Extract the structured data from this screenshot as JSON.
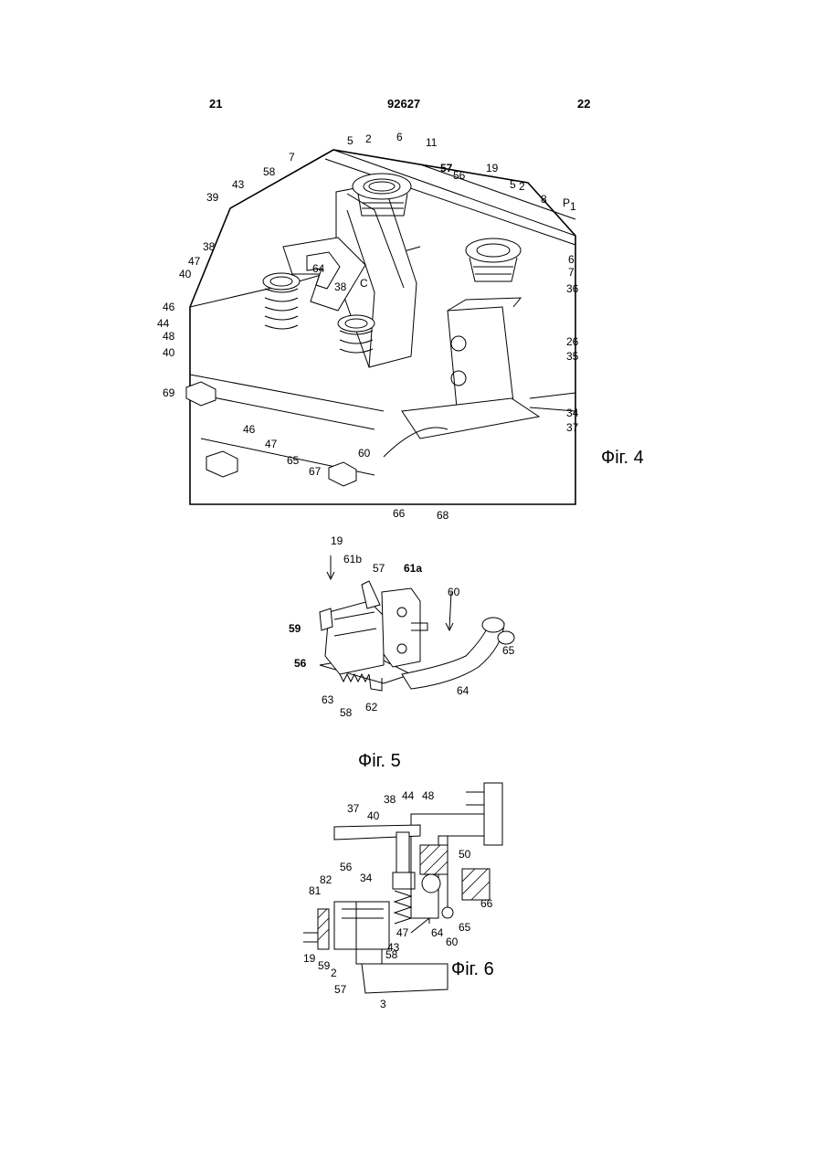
{
  "header": {
    "left_page": "21",
    "patent_number": "92627",
    "right_page": "22"
  },
  "figures": [
    {
      "caption": "Фіг. 4",
      "labels": [
        "5",
        "2",
        "6",
        "11",
        "7",
        "58",
        "57",
        "56",
        "19",
        "5",
        "2",
        "8",
        "P",
        "1",
        "43",
        "39",
        "38",
        "47",
        "40",
        "64",
        "38",
        "C",
        "6",
        "7",
        "36",
        "46",
        "44",
        "48",
        "40",
        "26",
        "35",
        "69",
        "46",
        "47",
        "65",
        "67",
        "60",
        "34",
        "37",
        "66",
        "68"
      ]
    },
    {
      "caption": "Фіг. 5",
      "labels": [
        "19",
        "61b",
        "57",
        "61a",
        "60",
        "59",
        "56",
        "65",
        "63",
        "58",
        "62",
        "64"
      ]
    },
    {
      "caption": "Фіг. 6",
      "labels": [
        "37",
        "38",
        "40",
        "44",
        "48",
        "50",
        "56",
        "34",
        "82",
        "81",
        "66",
        "65",
        "47",
        "64",
        "43",
        "60",
        "19",
        "59",
        "58",
        "2",
        "57",
        "3"
      ]
    }
  ]
}
